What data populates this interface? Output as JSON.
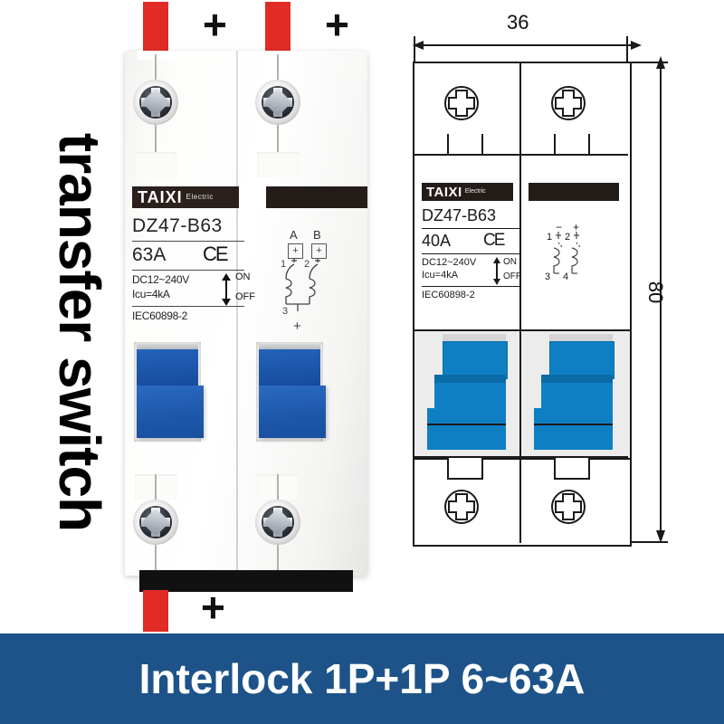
{
  "banner": {
    "text": "Interlock 1P+1P 6~63A",
    "background_color": "#1d5389",
    "text_color": "#ffffff"
  },
  "vertical_caption": {
    "text": "transfer switch",
    "color": "#000000"
  },
  "product": {
    "poles": 2,
    "polarity_markers": [
      {
        "id": "top-left-plus",
        "symbol": "+"
      },
      {
        "id": "top-right-plus",
        "symbol": "+"
      },
      {
        "id": "bottom-plus",
        "symbol": "+"
      }
    ],
    "wire_color": "#e02b26",
    "busbar_color": "#111111",
    "toggle_color": "#1b53a6",
    "label": {
      "brand": "TAIXI",
      "brand_suffix": "Electric",
      "model": "DZ47-B63",
      "rating": "63A",
      "certification": "CE",
      "voltage": "DC12~240V",
      "breaking_capacity": "Icu=4kA",
      "standard": "IEC60898-2",
      "position_on": "ON",
      "position_off": "OFF"
    },
    "schematic": {
      "pole_a": "A",
      "pole_b": "B",
      "terminal_a_polarity": "+",
      "terminal_b_polarity": "+",
      "terminal_1": "1",
      "terminal_2": "2",
      "terminal_3": "3",
      "bottom_polarity": "+"
    }
  },
  "technical_drawing": {
    "width_dimension": "36",
    "height_dimension": "80",
    "label": {
      "brand": "TAIXI",
      "brand_suffix": "Electric",
      "model": "DZ47-B63",
      "rating": "40A",
      "certification": "CE",
      "voltage": "DC12~240V",
      "breaking_capacity": "Icu=4kA",
      "standard": "IEC60898-2",
      "position_on": "ON",
      "position_off": "OFF"
    },
    "schematic": {
      "polarity_left": "−",
      "polarity_right": "+",
      "terminal_1": "1",
      "terminal_2": "2",
      "terminal_3": "3",
      "terminal_4": "4"
    },
    "toggle_color": "#0f7fc4"
  }
}
